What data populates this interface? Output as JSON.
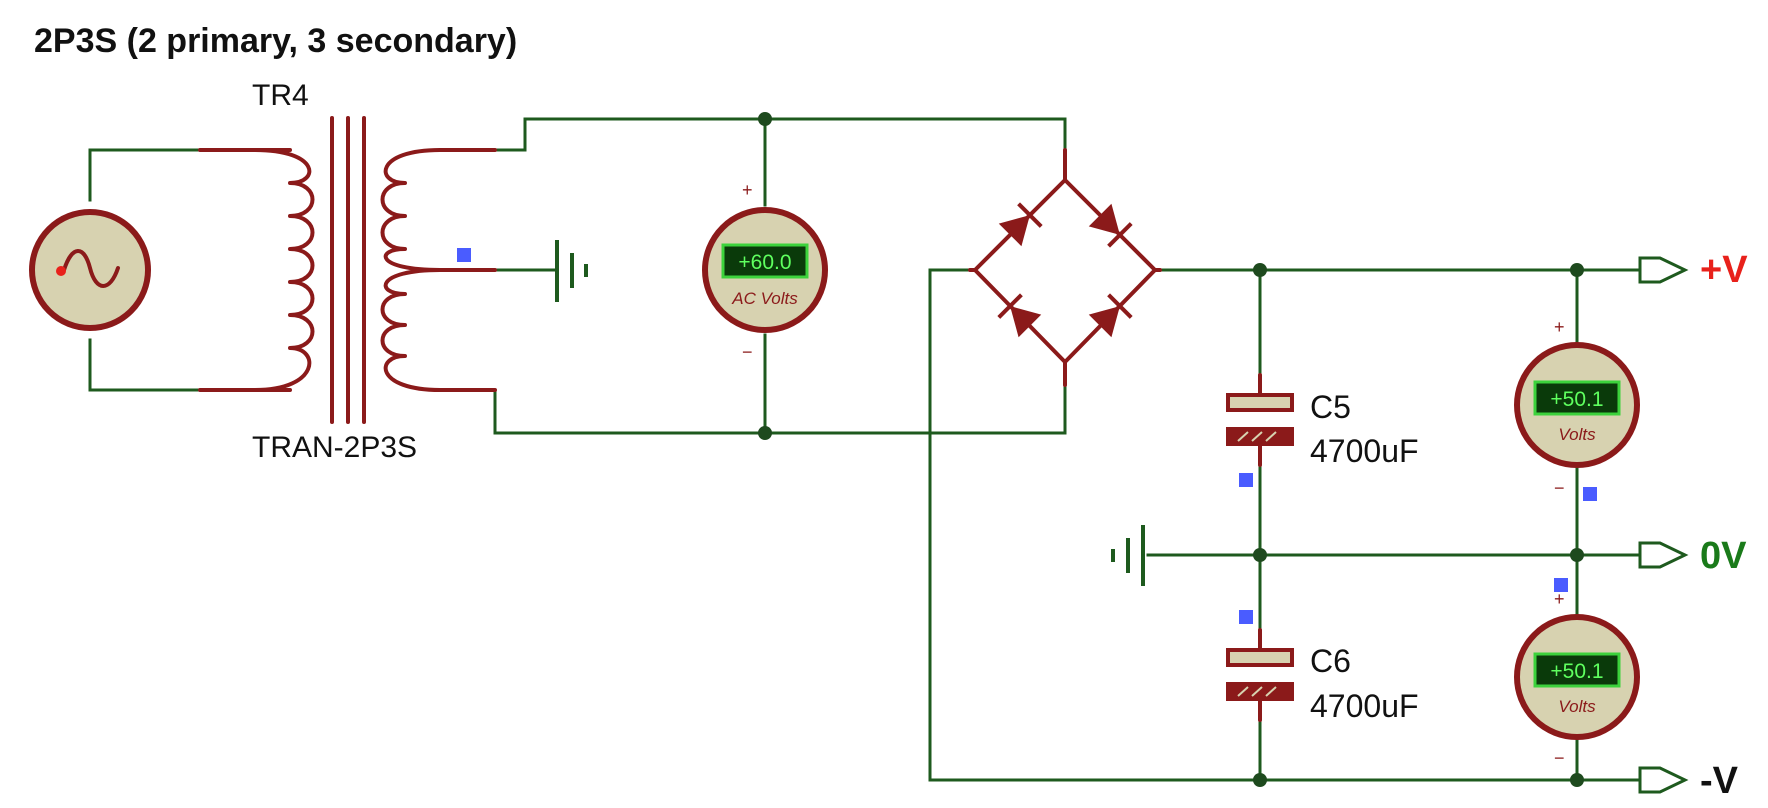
{
  "title": "2P3S (2 primary, 3 secondary)",
  "transformer": {
    "ref": "TR4",
    "part": "TRAN-2P3S"
  },
  "meters": [
    {
      "id": "ac",
      "reading": "+60.0",
      "unit": "AC Volts",
      "plus": "+",
      "minus": "−"
    },
    {
      "id": "dc-top",
      "reading": "+50.1",
      "unit": "Volts",
      "plus": "+",
      "minus": "−"
    },
    {
      "id": "dc-bottom",
      "reading": "+50.1",
      "unit": "Volts",
      "plus": "+",
      "minus": "−"
    }
  ],
  "capacitors": [
    {
      "ref": "C5",
      "value": "4700uF"
    },
    {
      "ref": "C6",
      "value": "4700uF"
    }
  ],
  "terminals": {
    "positive": {
      "label": "+V",
      "color": "#e8211b"
    },
    "ground": {
      "label": "0V",
      "color": "#1a7a1a"
    },
    "negative": {
      "label": "-V",
      "color": "#111111"
    }
  },
  "colors": {
    "wire": "#1e5a1e",
    "component": "#8b1a1a",
    "meter_face": "#d7d2b0",
    "lcd_text": "#5fff5f",
    "marker": "#4a5cff"
  }
}
